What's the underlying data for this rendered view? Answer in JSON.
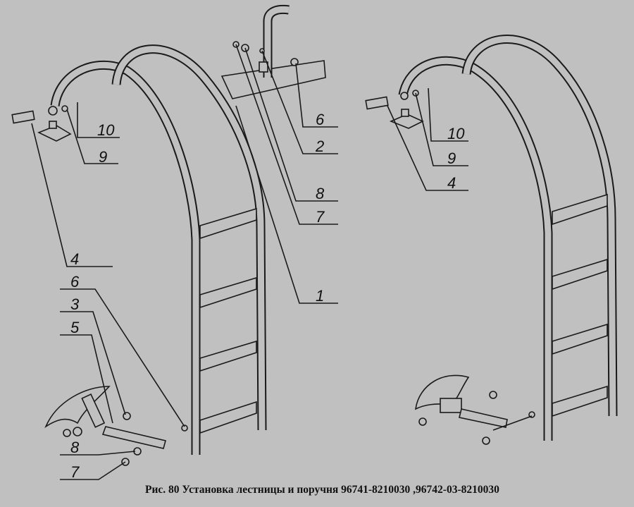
{
  "caption": "Рис. 80 Установка лестницы и поручня 96741-8210030 ,96742-03-8210030",
  "left_assembly_labels": {
    "l10": "10",
    "l9": "9",
    "l4": "4",
    "l6a": "6",
    "l3": "3",
    "l5": "5",
    "l8a": "8",
    "l7a": "7",
    "l6b": "6",
    "l2": "2",
    "l8b": "8",
    "l7b": "7",
    "l1": "1"
  },
  "right_assembly_labels": {
    "l10": "10",
    "l9": "9",
    "l4": "4"
  }
}
